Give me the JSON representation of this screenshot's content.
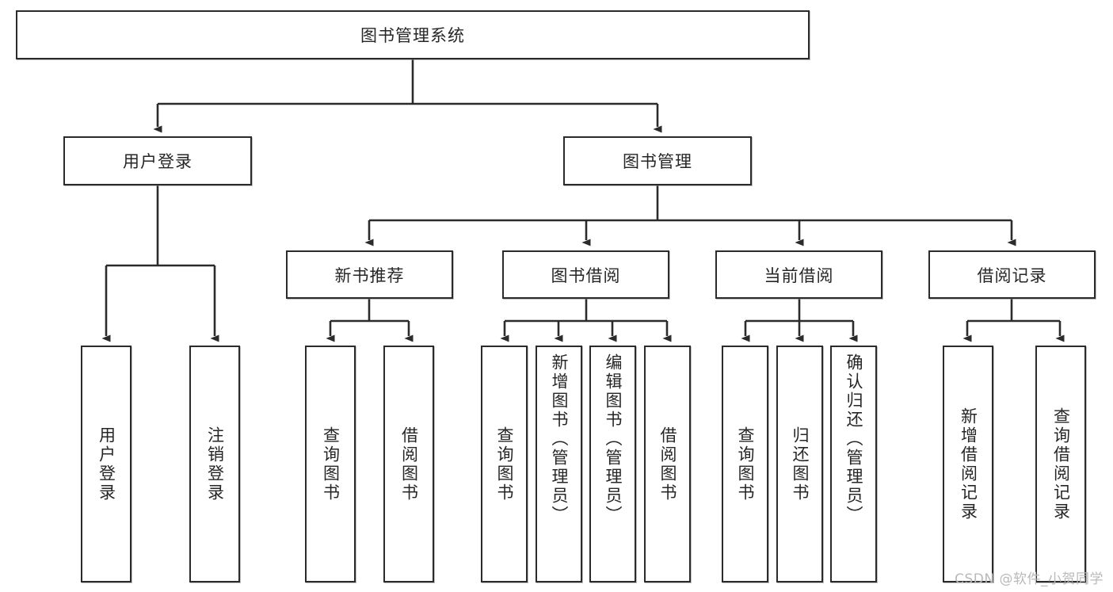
{
  "diagram": {
    "title": "图书管理系统",
    "type": "tree-hierarchy-diagram",
    "colors": {
      "stroke": "#2b2b2b",
      "text": "#262626",
      "background": "#ffffff",
      "watermark": "#b9b9b9"
    },
    "root": {
      "label": "图书管理系统"
    },
    "level2": [
      {
        "label": "用户登录"
      },
      {
        "label": "图书管理"
      }
    ],
    "level3": [
      {
        "label": "新书推荐"
      },
      {
        "label": "图书借阅"
      },
      {
        "label": "当前借阅"
      },
      {
        "label": "借阅记录"
      }
    ],
    "leaves": {
      "user_login": [
        {
          "label": "用户登录"
        },
        {
          "label": "注销登录"
        }
      ],
      "new_book_recommend": [
        {
          "label": "查询图书"
        },
        {
          "label": "借阅图书"
        }
      ],
      "book_borrow": [
        {
          "label": "查询图书"
        },
        {
          "label": "新增图书（管理员）"
        },
        {
          "label": "编辑图书（管理员）"
        },
        {
          "label": "借阅图书"
        }
      ],
      "current_borrow": [
        {
          "label": "查询图书"
        },
        {
          "label": "归还图书"
        },
        {
          "label": "确认归还（管理员）"
        }
      ],
      "borrow_record": [
        {
          "label": "新增借阅记录"
        },
        {
          "label": "查询借阅记录"
        }
      ]
    }
  },
  "watermark": {
    "text": "CSDN @软件_小贺同学"
  }
}
